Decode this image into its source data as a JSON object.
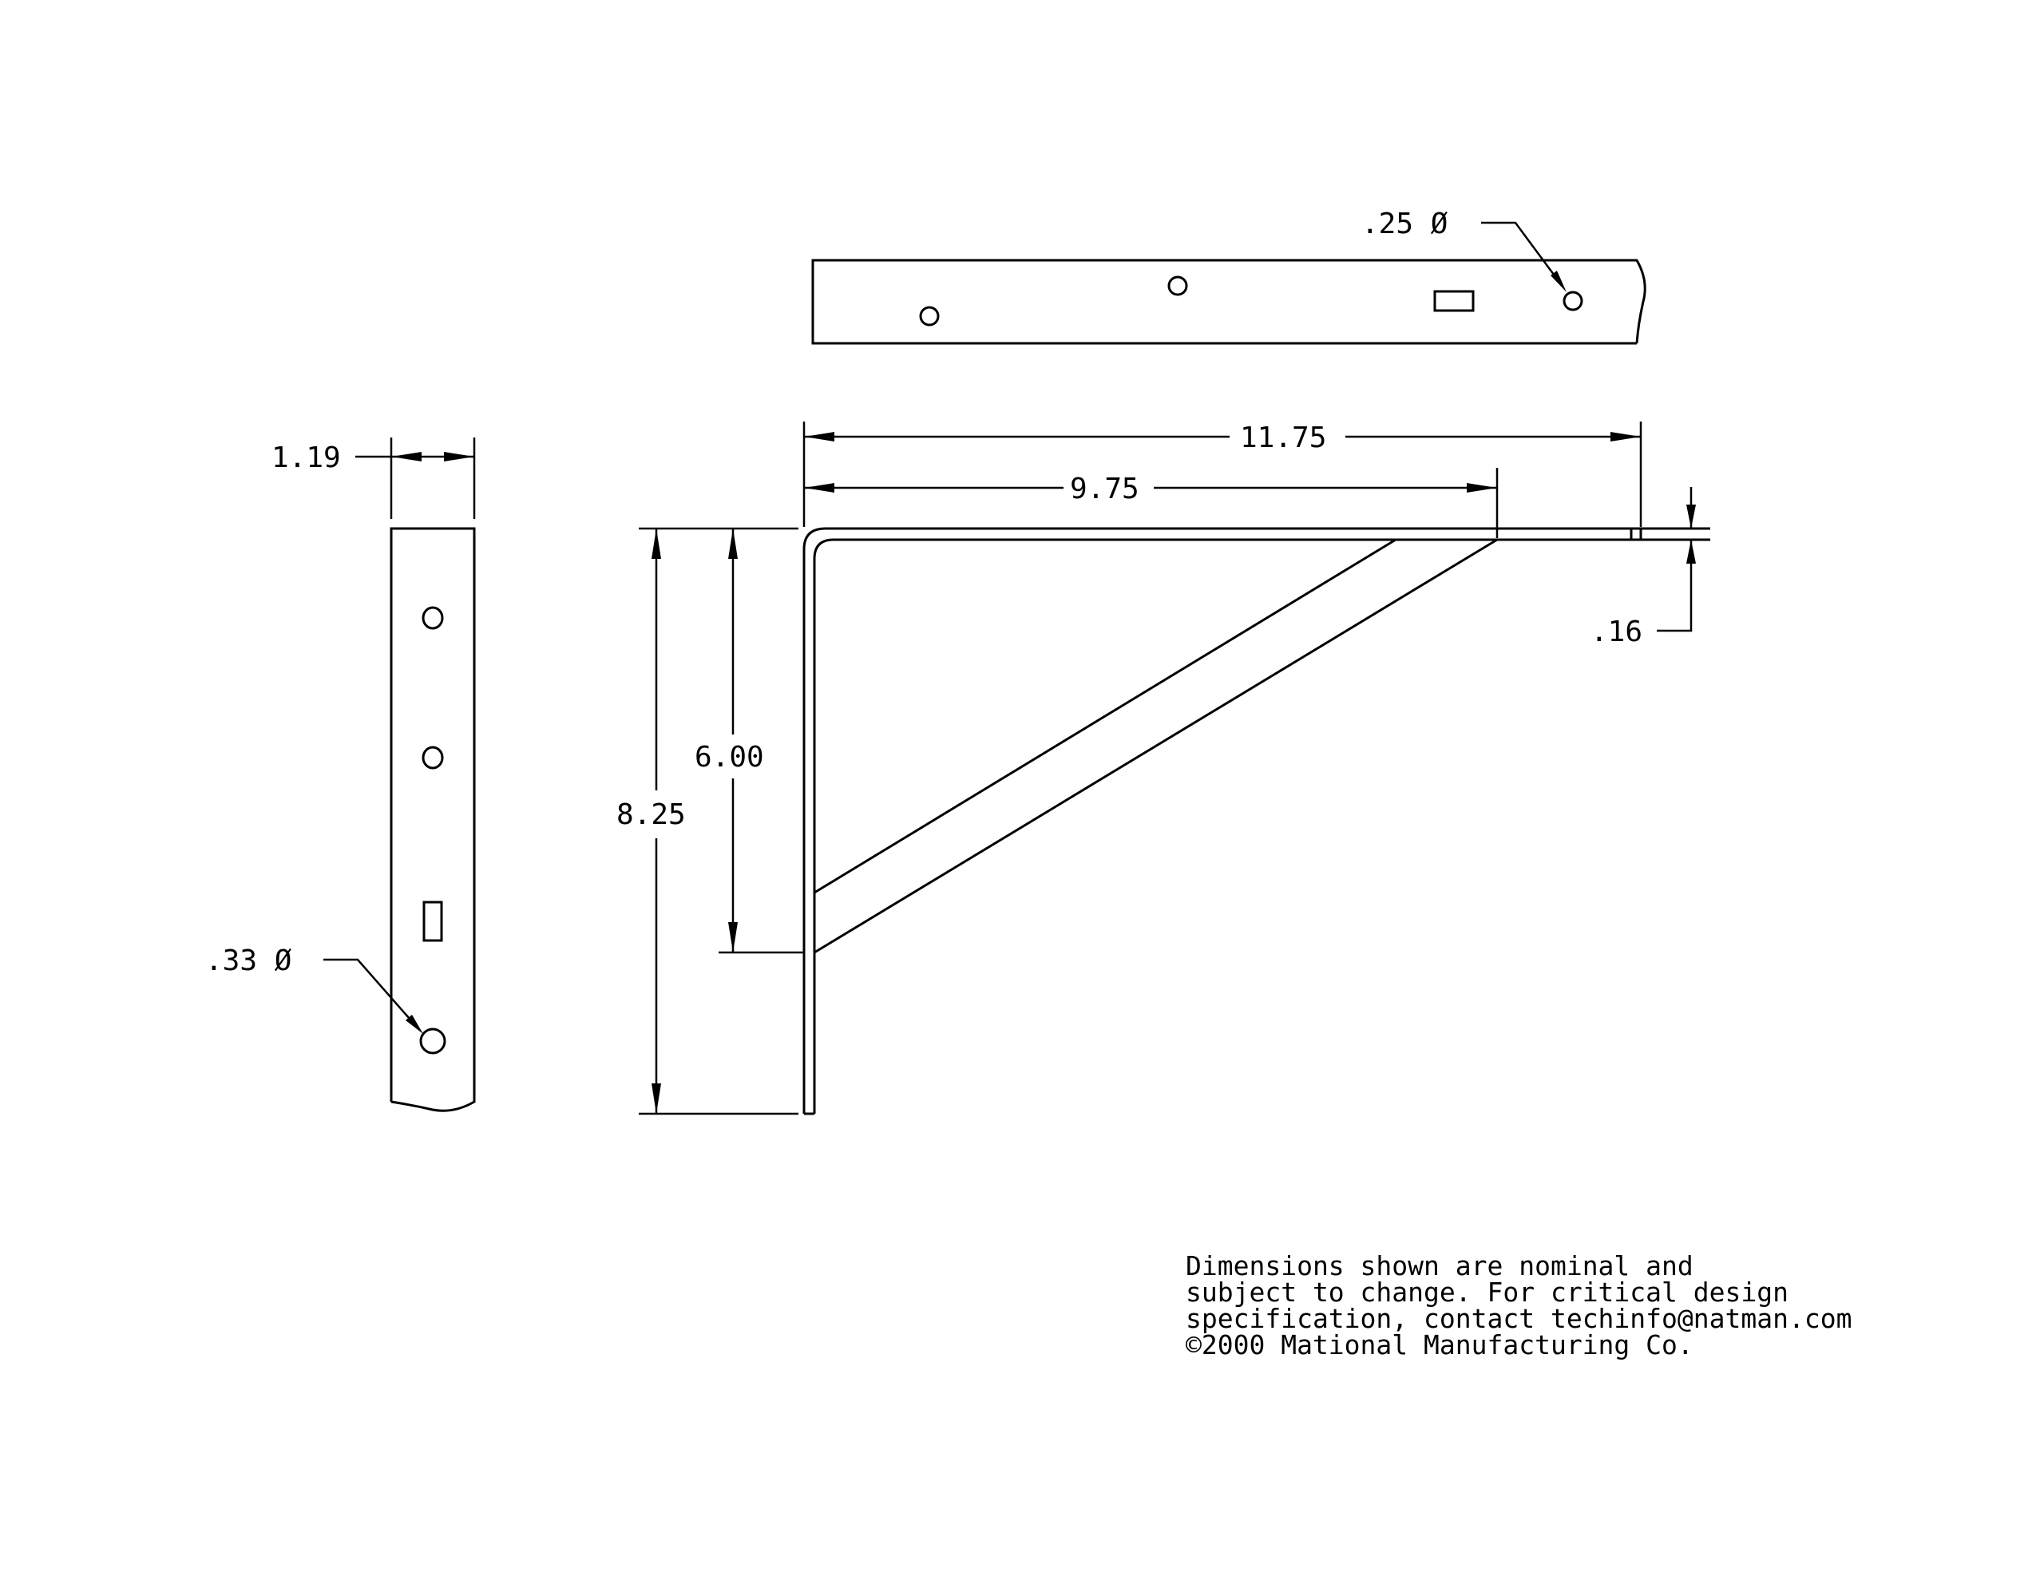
{
  "dimensions": {
    "width_label": "1.19",
    "side_hole_label": ".33 Ø",
    "top_hole_label": ".25 Ø",
    "overall_length_label": "11.75",
    "brace_length_label": "9.75",
    "height_label": "8.25",
    "brace_height_label": "6.00",
    "thickness_label": ".16"
  },
  "note": {
    "line1": "Dimensions shown are nominal and",
    "line2": "subject to change. For critical design",
    "line3": "specification, contact techinfo@natman.com",
    "line4": "©2000 Mational Manufacturing Co."
  }
}
